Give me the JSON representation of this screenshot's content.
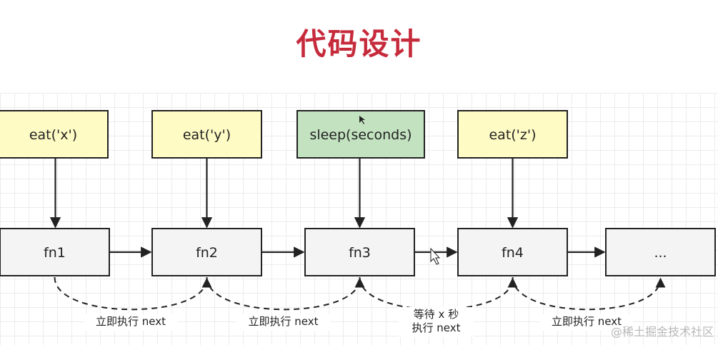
{
  "title": "代码设计",
  "inputs": [
    {
      "label": "eat('x')",
      "color": "#fffbc4"
    },
    {
      "label": "eat('y')",
      "color": "#fffbc4"
    },
    {
      "label": "sleep(seconds)",
      "color": "#c3e3c0"
    },
    {
      "label": "eat('z')",
      "color": "#fffbc4"
    }
  ],
  "fns": [
    "fn1",
    "fn2",
    "fn3",
    "fn4",
    "..."
  ],
  "transitions": [
    {
      "lines": [
        "立即执行 next"
      ]
    },
    {
      "lines": [
        "立即执行 next"
      ]
    },
    {
      "lines": [
        "等待 x 秒",
        "执行 next"
      ]
    },
    {
      "lines": [
        "立即执行 next"
      ]
    }
  ],
  "watermark": "@稀土掘金技术社区",
  "colors": {
    "title": "#c62b3c",
    "fn_box": "#f4f4f4",
    "stroke": "#222222"
  }
}
